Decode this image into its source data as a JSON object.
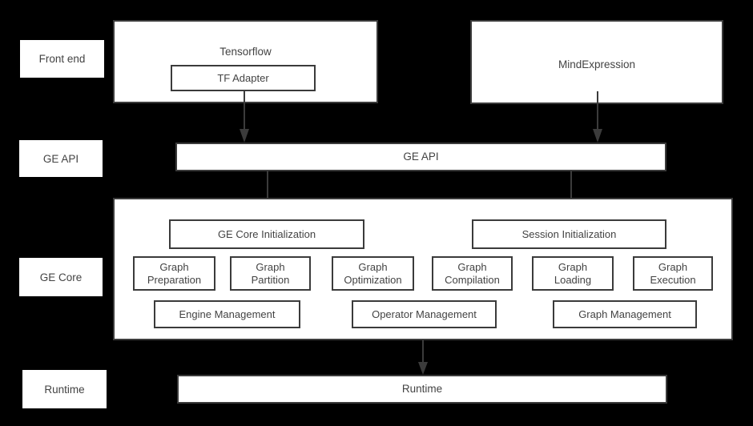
{
  "diagram": {
    "title": "GE (Graph Engine) architecture layers",
    "background_color": "#000000",
    "box_fill": "#ffffff",
    "box_border": "#3b3b3b",
    "text_color": "#434343"
  },
  "layer_labels": [
    {
      "id": "front-end",
      "label": "Front end"
    },
    {
      "id": "ge-api",
      "label": "GE API"
    },
    {
      "id": "ge-core",
      "label": "GE Core"
    },
    {
      "id": "runtime",
      "label": "Runtime"
    }
  ],
  "front_end": {
    "tensorflow": {
      "label": "Tensorflow",
      "child": {
        "label": "TF Adapter"
      }
    },
    "mindexpression": {
      "label": "MindExpression"
    }
  },
  "ge_api_bar": {
    "label": "GE API"
  },
  "ge_core": {
    "init_boxes": [
      {
        "label": "GE Core Initialization"
      },
      {
        "label": "Session Initialization"
      }
    ],
    "module_boxes": [
      {
        "label": "Graph\nPreparation",
        "line1": "Graph",
        "line2": "Preparation"
      },
      {
        "label": "Graph\nPartition",
        "line1": "Graph",
        "line2": "Partition"
      },
      {
        "label": "Graph\nOptimization",
        "line1": "Graph",
        "line2": "Optimization"
      },
      {
        "label": "Graph\nCompilation",
        "line1": "Graph",
        "line2": "Compilation"
      },
      {
        "label": "Graph\nLoading",
        "line1": "Graph",
        "line2": "Loading"
      },
      {
        "label": "Graph\nExecution",
        "line1": "Graph",
        "line2": "Execution"
      }
    ],
    "management_boxes": [
      {
        "label": "Engine Management"
      },
      {
        "label": "Operator Management"
      },
      {
        "label": "Graph Management"
      }
    ]
  },
  "runtime_bar": {
    "label": "Runtime"
  },
  "arrows": [
    {
      "id": "tf-adapter-to-ge-api",
      "from": "TF Adapter",
      "to": "GE API"
    },
    {
      "id": "mindexpression-to-ge-api",
      "from": "MindExpression",
      "to": "GE API"
    },
    {
      "id": "ge-api-to-ge-core-initialization",
      "from": "GE API",
      "to": "GE Core Initialization"
    },
    {
      "id": "ge-api-to-session-initialization",
      "from": "GE API",
      "to": "Session Initialization"
    },
    {
      "id": "ge-core-to-runtime",
      "from": "GE Core",
      "to": "Runtime"
    }
  ]
}
